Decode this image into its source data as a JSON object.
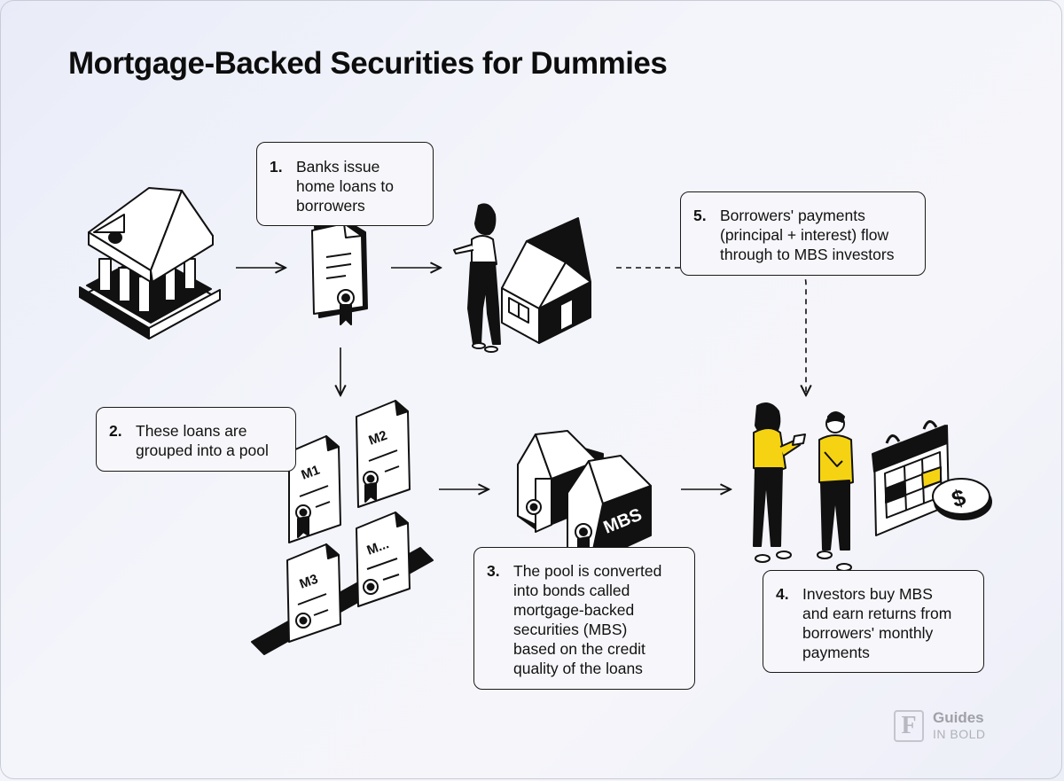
{
  "title": "Mortgage-Backed Securities for Dummies",
  "steps": [
    {
      "num": "1.",
      "text": "Banks issue\nhome loans to\nborrowers"
    },
    {
      "num": "2.",
      "text": "These loans are\ngrouped into a pool"
    },
    {
      "num": "3.",
      "text": "The pool is converted\ninto bonds called\nmortgage-backed\nsecurities (MBS)\nbased on the credit\nquality of the loans"
    },
    {
      "num": "4.",
      "text": "Investors buy MBS\nand earn returns from\nborrowers' monthly\npayments"
    },
    {
      "num": "5.",
      "text": "Borrowers' payments\n(principal + interest) flow\nthrough to MBS investors"
    }
  ],
  "documents": [
    "M1",
    "M2",
    "M3",
    "M..."
  ],
  "mbs_label": "MBS",
  "dollar_symbol": "$",
  "logo": {
    "mark": "F",
    "line1": "Guides",
    "line2": "IN BOLD"
  },
  "colors": {
    "accent": "#f5d313",
    "ink": "#111111",
    "paper": "#ffffff"
  },
  "icons": [
    "bank-icon",
    "loan-document-icon",
    "borrower-person-icon",
    "house-icon",
    "pooled-loan-documents-icon",
    "mbs-bond-houses-icon",
    "investor-people-icon",
    "calendar-dollar-icon"
  ]
}
